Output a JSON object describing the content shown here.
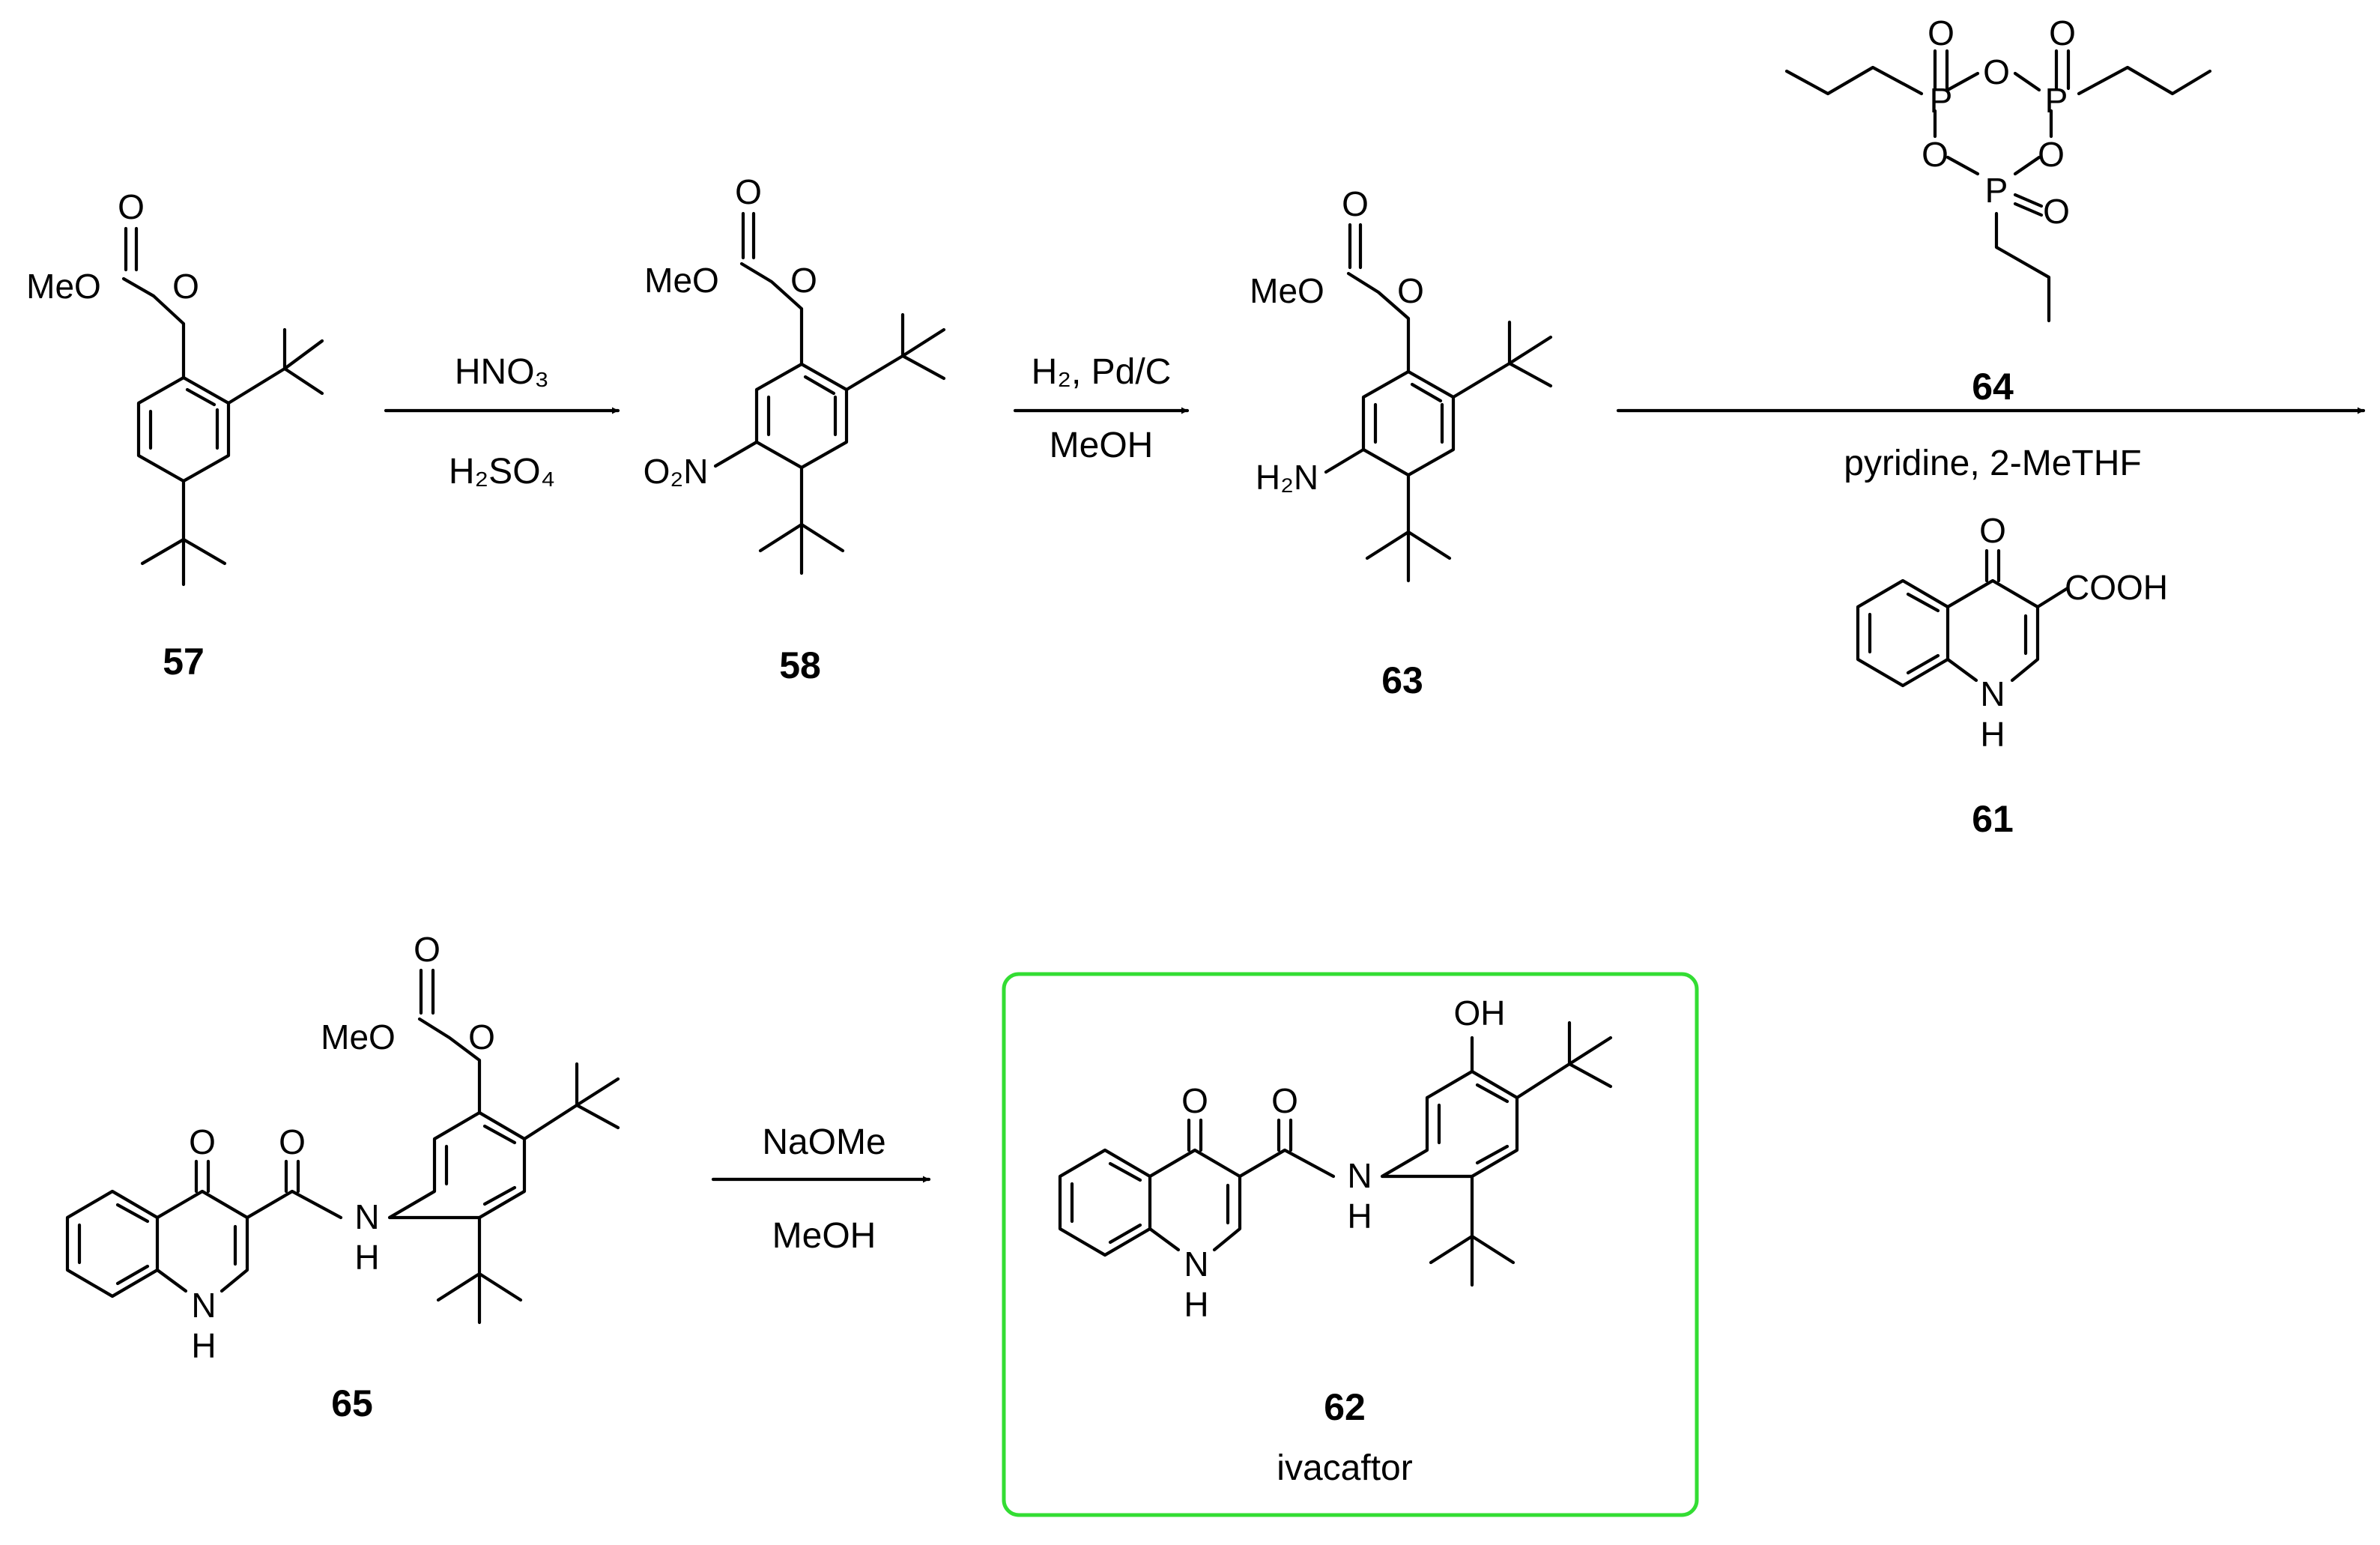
{
  "compounds": {
    "c57": {
      "label": "57"
    },
    "c58": {
      "label": "58"
    },
    "c63": {
      "label": "63"
    },
    "c64": {
      "label": "64"
    },
    "c61": {
      "label": "61"
    },
    "c65": {
      "label": "65"
    },
    "c62": {
      "label": "62",
      "name": "ivacaftor"
    }
  },
  "atoms": {
    "meo": "MeO",
    "o": "O",
    "oh": "OH",
    "nh": "NH",
    "h": "H",
    "n": "N",
    "p": "P",
    "cooh": "COOH",
    "h2n": "H₂N",
    "o2n": "O₂N"
  },
  "steps": {
    "step1": {
      "above": "HNO₃",
      "below": "H₂SO₄"
    },
    "step2": {
      "above": "H₂, Pd/C",
      "below": "MeOH"
    },
    "step3": {
      "below": "pyridine, 2-MeTHF"
    },
    "step4": {
      "above": "NaOMe",
      "below": "MeOH"
    }
  },
  "highlight_color": "#33dd33"
}
